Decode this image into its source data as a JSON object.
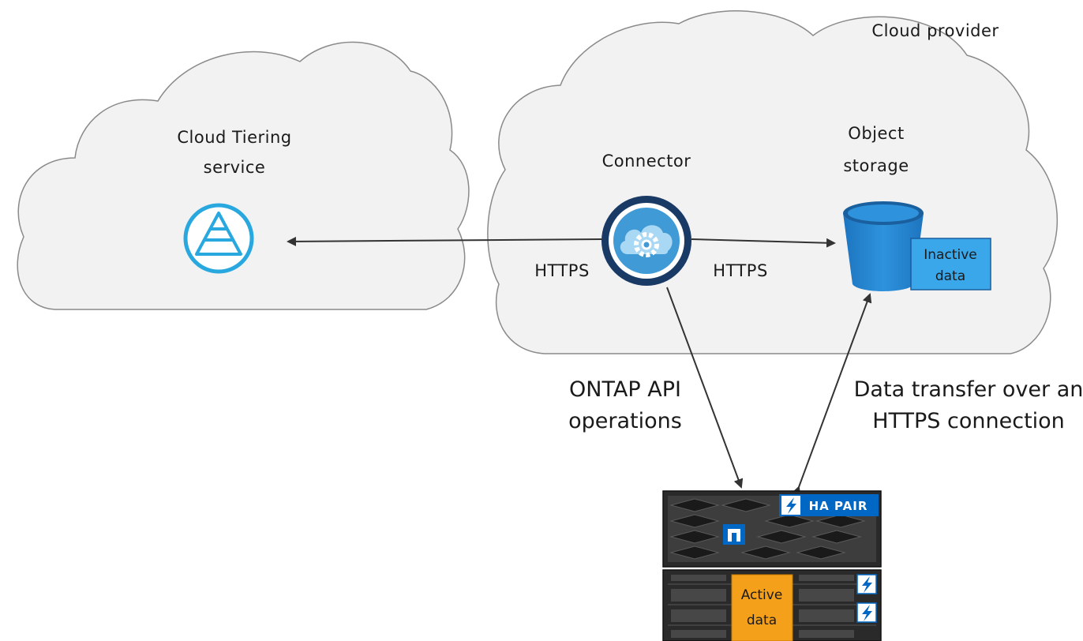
{
  "labels": {
    "cloud_provider": "Cloud provider",
    "tiering_line1": "Cloud Tiering",
    "tiering_line2": "service",
    "connector": "Connector",
    "object_line1": "Object",
    "object_line2": "storage",
    "https_left": "HTTPS",
    "https_right": "HTTPS",
    "inactive_line1": "Inactive",
    "inactive_line2": "data",
    "ontap_line1": "ONTAP API",
    "ontap_line2": "operations",
    "transfer_line1": "Data transfer over an",
    "transfer_line2": "HTTPS connection",
    "ha_pair": "HA PAIR",
    "active_line1": "Active",
    "active_line2": "data"
  },
  "icons": {
    "tiering": "pyramid-icon",
    "connector": "cloud-gear-icon",
    "storage": "bucket-icon",
    "ha": "lightning-icon",
    "netapp": "netapp-logo"
  },
  "colors": {
    "cloud_fill": "#f2f2f2",
    "cloud_stroke": "#8a8a8a",
    "tiering_blue": "#29a8e0",
    "connector_ring": "#1a3a66",
    "connector_inner": "#3f9ad6",
    "bucket_blue": "#2a8ad4",
    "inactive_box": "#3aa7ea",
    "active_box": "#f5a01a",
    "ha_badge": "#0067c5",
    "arrow": "#333333"
  }
}
